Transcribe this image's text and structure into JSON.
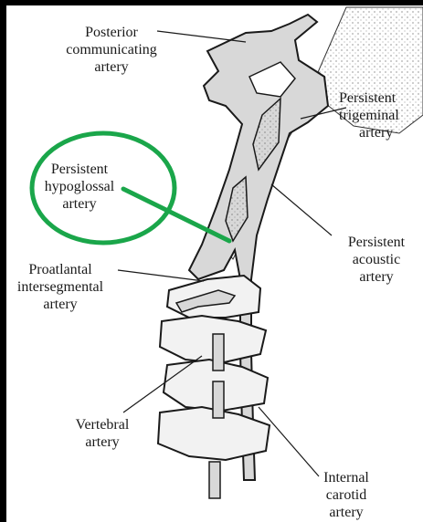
{
  "diagram": {
    "highlight_color": "#1aa64a",
    "ink_color": "#1a1a1a",
    "vessel_fill": "#d8d8d8",
    "labels": {
      "posterior_communicating": [
        "Posterior",
        "communicating",
        "artery"
      ],
      "trigeminal": [
        "Persistent",
        "trigeminal",
        "artery"
      ],
      "hypoglossal": [
        "Persistent",
        "hypoglossal",
        "artery"
      ],
      "acoustic": [
        "Persistent",
        "acoustic",
        "artery"
      ],
      "proatlantal": [
        "Proatlantal",
        "intersegmental",
        "artery"
      ],
      "vertebral": [
        "Vertebral",
        "artery"
      ],
      "internal_carotid": [
        "Internal",
        "carotid",
        "artery"
      ]
    }
  }
}
